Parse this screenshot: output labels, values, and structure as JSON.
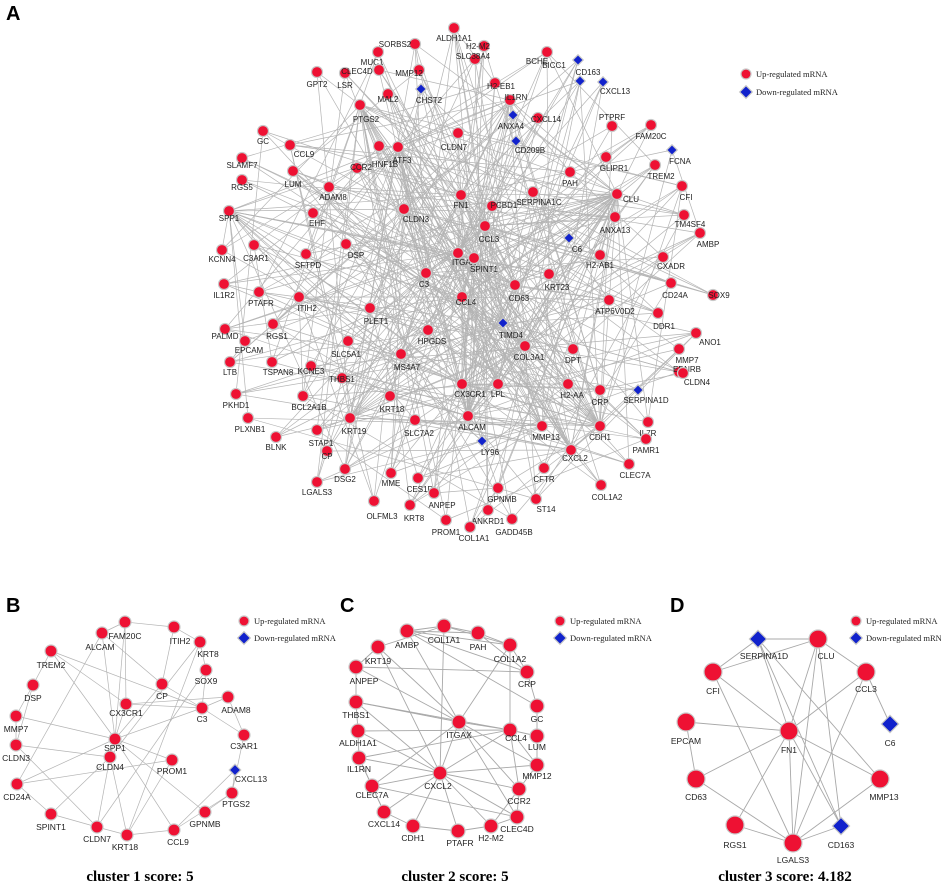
{
  "panels": [
    {
      "label": "A",
      "legend": {
        "up": "Up-regulated mRNA",
        "down": "Down-regulated mRNA"
      }
    },
    {
      "label": "B",
      "legend": {
        "up": "Up-regulated mRNA",
        "down": "Down-regulated mRNA"
      },
      "score": "cluster 1 score: 5"
    },
    {
      "label": "C",
      "legend": {
        "up": "Up-regulated mRNA",
        "down": "Down-regulated mRNA"
      },
      "score": "cluster 2 score: 5"
    },
    {
      "label": "D",
      "legend": {
        "up": "Up-regulated mRNA",
        "down": "Down-regulated mRNA"
      },
      "score": "cluster 3 score: 4.182"
    }
  ],
  "panel_a_nodes": [
    [
      "ALDH1A1",
      "up"
    ],
    [
      "H2-M2",
      "up"
    ],
    [
      "SORBS2",
      "up"
    ],
    [
      "SLC38A4",
      "up"
    ],
    [
      "BCHE",
      "up"
    ],
    [
      "BICC1",
      "down"
    ],
    [
      "MUC1",
      "up"
    ],
    [
      "MMP12",
      "up"
    ],
    [
      "H2-EB1",
      "up"
    ],
    [
      "CD163",
      "down"
    ],
    [
      "LSR",
      "up"
    ],
    [
      "CLEC4D",
      "up"
    ],
    [
      "MAL2",
      "up"
    ],
    [
      "CHST2",
      "down"
    ],
    [
      "IL1RN",
      "up"
    ],
    [
      "CXCL13",
      "down"
    ],
    [
      "GPT2",
      "up"
    ],
    [
      "PTGS2",
      "up"
    ],
    [
      "ANXA4",
      "down"
    ],
    [
      "CXCL14",
      "up"
    ],
    [
      "PTPRF",
      "up"
    ],
    [
      "GC",
      "up"
    ],
    [
      "CCL9",
      "up"
    ],
    [
      "CLDN7",
      "up"
    ],
    [
      "CD209B",
      "down"
    ],
    [
      "FAM20C",
      "up"
    ],
    [
      "SLAMF7",
      "up"
    ],
    [
      "HNF1B",
      "up"
    ],
    [
      "ATF3",
      "up"
    ],
    [
      "GLIPR1",
      "up"
    ],
    [
      "FCNA",
      "down"
    ],
    [
      "RGS5",
      "up"
    ],
    [
      "CCR2",
      "up"
    ],
    [
      "PAH",
      "up"
    ],
    [
      "TREM2",
      "up"
    ],
    [
      "LUM",
      "up"
    ],
    [
      "ADAM8",
      "up"
    ],
    [
      "FN1",
      "up"
    ],
    [
      "PCBD1",
      "up"
    ],
    [
      "SERPINA1C",
      "up"
    ],
    [
      "CLU",
      "up"
    ],
    [
      "CFI",
      "up"
    ],
    [
      "SPP1",
      "up"
    ],
    [
      "EHF",
      "up"
    ],
    [
      "CLDN3",
      "up"
    ],
    [
      "CCL3",
      "up"
    ],
    [
      "ANXA13",
      "up"
    ],
    [
      "TM4SF4",
      "up"
    ],
    [
      "KCNN4",
      "up"
    ],
    [
      "C3AR1",
      "up"
    ],
    [
      "SFTPD",
      "up"
    ],
    [
      "DSP",
      "up"
    ],
    [
      "C6",
      "down"
    ],
    [
      "AMBP",
      "up"
    ],
    [
      "ITGAX",
      "up"
    ],
    [
      "SPINT1",
      "up"
    ],
    [
      "H2-AB1",
      "up"
    ],
    [
      "CXADR",
      "up"
    ],
    [
      "IL1R2",
      "up"
    ],
    [
      "C3",
      "up"
    ],
    [
      "KRT23",
      "up"
    ],
    [
      "CD24A",
      "up"
    ],
    [
      "SOX9",
      "up"
    ],
    [
      "PTAFR",
      "up"
    ],
    [
      "ITIH2",
      "up"
    ],
    [
      "CCL4",
      "up"
    ],
    [
      "CD63",
      "up"
    ],
    [
      "ATP6V0D2",
      "up"
    ],
    [
      "PLET1",
      "up"
    ],
    [
      "DDR1",
      "up"
    ],
    [
      "PALMD",
      "up"
    ],
    [
      "RGS1",
      "up"
    ],
    [
      "TIMD4",
      "down"
    ],
    [
      "ANO1",
      "up"
    ],
    [
      "EPCAM",
      "up"
    ],
    [
      "HPGDS",
      "up"
    ],
    [
      "COL3A1",
      "up"
    ],
    [
      "DPT",
      "up"
    ],
    [
      "MMP7",
      "up"
    ],
    [
      "SLC5A1",
      "up"
    ],
    [
      "MS4A7",
      "up"
    ],
    [
      "EDNRB",
      "up"
    ],
    [
      "LTB",
      "up"
    ],
    [
      "TSPAN8",
      "up"
    ],
    [
      "KCNE3",
      "up"
    ],
    [
      "CLDN4",
      "up"
    ],
    [
      "THBS1",
      "up"
    ],
    [
      "CX3CR1",
      "up"
    ],
    [
      "LPL",
      "up"
    ],
    [
      "H2-AA",
      "up"
    ],
    [
      "PKHD1",
      "up"
    ],
    [
      "BCL2A1B",
      "up"
    ],
    [
      "SERPINA1D",
      "down"
    ],
    [
      "KRT18",
      "up"
    ],
    [
      "CRP",
      "up"
    ],
    [
      "PLXNB1",
      "up"
    ],
    [
      "KRT19",
      "up"
    ],
    [
      "SLC7A2",
      "up"
    ],
    [
      "ALCAM",
      "up"
    ],
    [
      "CDH1",
      "up"
    ],
    [
      "IL7R",
      "up"
    ],
    [
      "STAP1",
      "up"
    ],
    [
      "MMP13",
      "up"
    ],
    [
      "PAMR1",
      "up"
    ],
    [
      "BLNK",
      "up"
    ],
    [
      "CP",
      "up"
    ],
    [
      "LY96",
      "down"
    ],
    [
      "CXCL2",
      "up"
    ],
    [
      "CLEC7A",
      "up"
    ],
    [
      "DSG2",
      "up"
    ],
    [
      "MME",
      "up"
    ],
    [
      "CES1D",
      "up"
    ],
    [
      "CFTR",
      "up"
    ],
    [
      "LGALS3",
      "up"
    ],
    [
      "GPNMB",
      "up"
    ],
    [
      "COL1A2",
      "up"
    ],
    [
      "ANPEP",
      "up"
    ],
    [
      "ST14",
      "up"
    ],
    [
      "OLFML3",
      "up"
    ],
    [
      "KRT8",
      "up"
    ],
    [
      "ANKRD1",
      "up"
    ],
    [
      "PROM1",
      "up"
    ],
    [
      "GADD45B",
      "up"
    ],
    [
      "COL1A1",
      "up"
    ]
  ],
  "panel_b_nodes": [
    [
      "ALCAM",
      "up"
    ],
    [
      "FAM20C",
      "up"
    ],
    [
      "ITIH2",
      "up"
    ],
    [
      "KRT8",
      "up"
    ],
    [
      "TREM2",
      "up"
    ],
    [
      "SOX9",
      "up"
    ],
    [
      "CP",
      "up"
    ],
    [
      "DSP",
      "up"
    ],
    [
      "CX3CR1",
      "up"
    ],
    [
      "C3",
      "up"
    ],
    [
      "ADAM8",
      "up"
    ],
    [
      "MMP7",
      "up"
    ],
    [
      "C3AR1",
      "up"
    ],
    [
      "SPP1",
      "up"
    ],
    [
      "CLDN3",
      "up"
    ],
    [
      "CLDN4",
      "up"
    ],
    [
      "PROM1",
      "up"
    ],
    [
      "CXCL13",
      "down"
    ],
    [
      "CD24A",
      "up"
    ],
    [
      "PTGS2",
      "up"
    ],
    [
      "SPINT1",
      "up"
    ],
    [
      "CLDN7",
      "up"
    ],
    [
      "KRT18",
      "up"
    ],
    [
      "CCL9",
      "up"
    ],
    [
      "GPNMB",
      "up"
    ]
  ],
  "panel_c_nodes": [
    [
      "AMBP",
      "up"
    ],
    [
      "COL1A1",
      "up"
    ],
    [
      "PAH",
      "up"
    ],
    [
      "KRT19",
      "up"
    ],
    [
      "COL1A2",
      "up"
    ],
    [
      "ANPEP",
      "up"
    ],
    [
      "CRP",
      "up"
    ],
    [
      "THBS1",
      "up"
    ],
    [
      "GC",
      "up"
    ],
    [
      "ITGAX",
      "up"
    ],
    [
      "CCL4",
      "up"
    ],
    [
      "ALDH1A1",
      "up"
    ],
    [
      "LUM",
      "up"
    ],
    [
      "IL1RN",
      "up"
    ],
    [
      "MMP12",
      "up"
    ],
    [
      "CXCL2",
      "up"
    ],
    [
      "CLEC7A",
      "up"
    ],
    [
      "CCR2",
      "up"
    ],
    [
      "CLEC4D",
      "up"
    ],
    [
      "CXCL14",
      "up"
    ],
    [
      "CDH1",
      "up"
    ],
    [
      "PTAFR",
      "up"
    ],
    [
      "H2-M2",
      "up"
    ]
  ],
  "panel_d_nodes": [
    [
      "SERPINA1D",
      "down"
    ],
    [
      "CLU",
      "up"
    ],
    [
      "CFI",
      "up"
    ],
    [
      "CCL3",
      "up"
    ],
    [
      "EPCAM",
      "up"
    ],
    [
      "C6",
      "down"
    ],
    [
      "FN1",
      "up"
    ],
    [
      "CD63",
      "up"
    ],
    [
      "MMP13",
      "up"
    ],
    [
      "RGS1",
      "up"
    ],
    [
      "LGALS3",
      "up"
    ],
    [
      "CD163",
      "down"
    ]
  ],
  "colors": {
    "up": "#ee1133",
    "down": "#1122cc",
    "edge": "#b4b4b4",
    "node_border": "#c8c8c8"
  }
}
